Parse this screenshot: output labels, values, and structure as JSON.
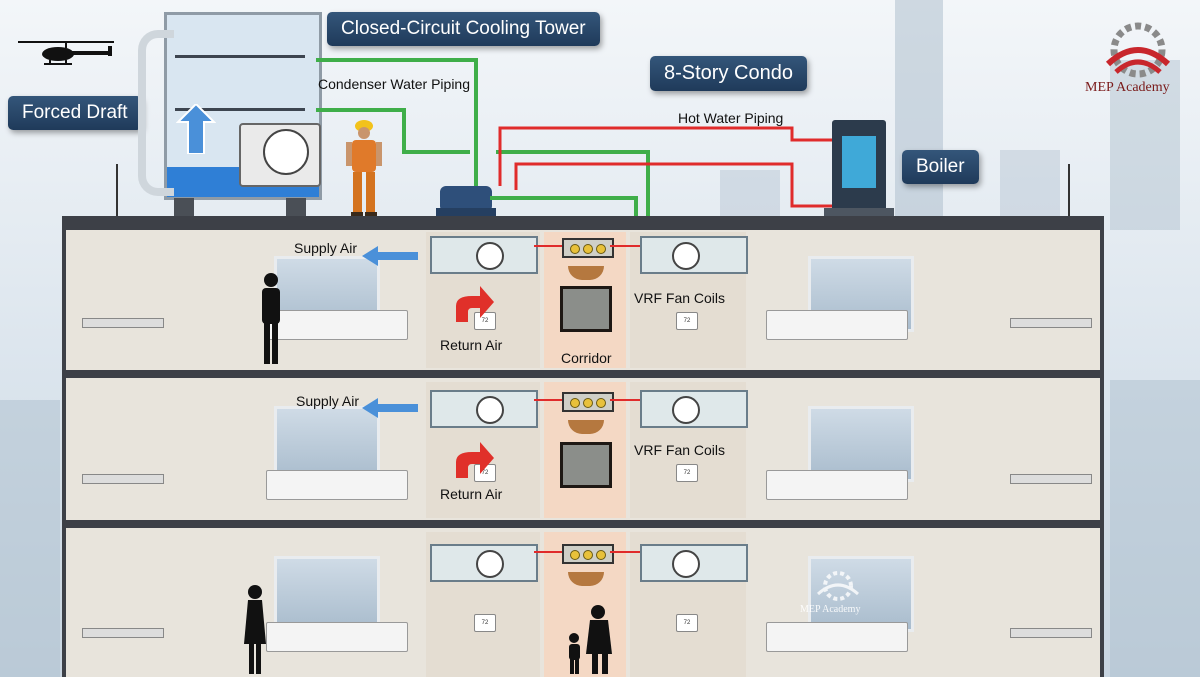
{
  "labels": {
    "cooling_tower": "Closed-Circuit Cooling Tower",
    "condo": "8-Story Condo",
    "forced_draft": "Forced Draft",
    "boiler": "Boiler",
    "condenser_piping": "Condenser Water Piping",
    "hot_water_piping": "Hot Water Piping",
    "supply_air_1": "Supply Air",
    "supply_air_2": "Supply Air",
    "return_air_1": "Return Air",
    "return_air_2": "Return Air",
    "vrf_fan_coils_1": "VRF Fan Coils",
    "vrf_fan_coils_2": "VRF Fan Coils",
    "corridor": "Corridor"
  },
  "brand": {
    "name": "MEP Academy",
    "watermark": "MEP Academy"
  },
  "thermostat_reading": "72",
  "colors": {
    "callout": "#2a4a6e",
    "condenser_pipe": "#3fae49",
    "hot_water_pipe": "#e02b2b",
    "supply_arrow": "#4a90d9",
    "return_arrow": "#e0302a",
    "brand_red": "#c8262c"
  }
}
